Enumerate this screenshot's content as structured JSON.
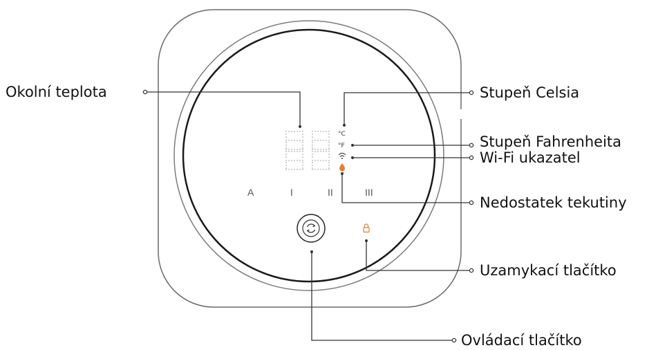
{
  "labels": {
    "ambient_temp": "Okolní teplota",
    "celsius": "Stupeň Celsia",
    "fahrenheit": "Stupeň Fahrenheita",
    "wifi": "Wi-Fi ukazatel",
    "low_fluid": "Nedostatek tekutiny",
    "lock": "Uzamykací tlačítko",
    "control": "Ovládací tlačítko"
  },
  "display": {
    "celsius_unit": "°C",
    "fahrenheit_unit": "°F",
    "modes": [
      "A",
      "I",
      "II",
      "III"
    ]
  },
  "colors": {
    "outline": "#555555",
    "leader": "#333333",
    "digits": "#cccccc",
    "accent": "#f07a2a"
  },
  "icons": {
    "control": "refresh-icon",
    "lock": "lock-icon",
    "wifi": "wifi-icon",
    "fluid": "droplet-icon"
  }
}
